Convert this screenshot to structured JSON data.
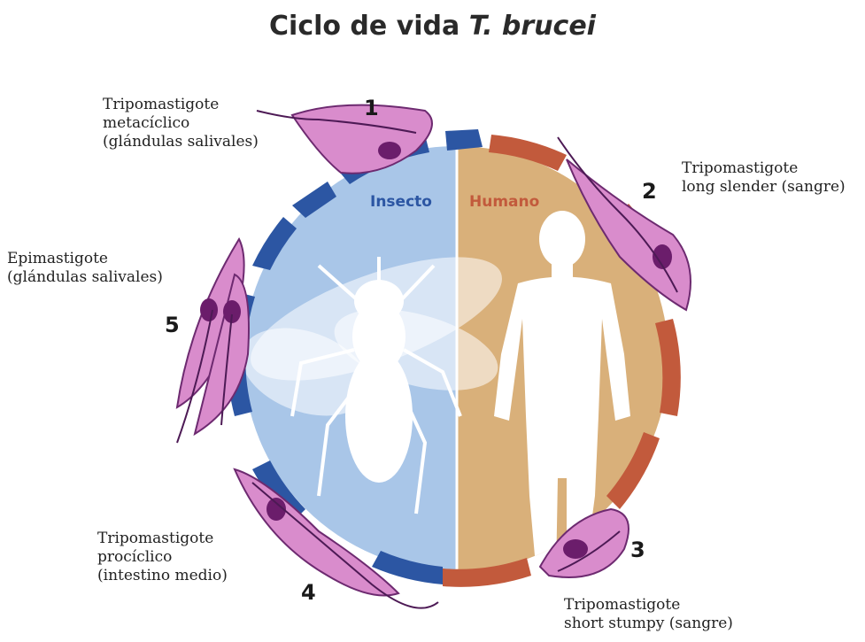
{
  "title": {
    "main": "Ciclo de vida ",
    "italic": "T. brucei"
  },
  "zones": {
    "insect": {
      "label": "Insecto",
      "color": "#2c56a3",
      "fill": "#a9c6e8"
    },
    "human": {
      "label": "Humano",
      "color": "#c25a3c",
      "fill": "#d9b07a"
    }
  },
  "arrow_colors": {
    "insect": "#2c56a3",
    "human": "#c25a3c"
  },
  "parasite_color": "#d98ccc",
  "stages": [
    {
      "number": "1",
      "label": "Tripomastigote\nmetacíclico\n(glándulas salivales)"
    },
    {
      "number": "2",
      "label": "Tripomastigote\nlong slender (sangre)"
    },
    {
      "number": "3",
      "label": "Tripomastigote\nshort stumpy (sangre)"
    },
    {
      "number": "4",
      "label": "Tripomastigote\nprocíclico\n(intestino medio)"
    },
    {
      "number": "5",
      "label": "Epimastigote\n(glándulas salivales)"
    }
  ],
  "icons": [
    "fly-silhouette-icon",
    "human-silhouette-icon"
  ]
}
